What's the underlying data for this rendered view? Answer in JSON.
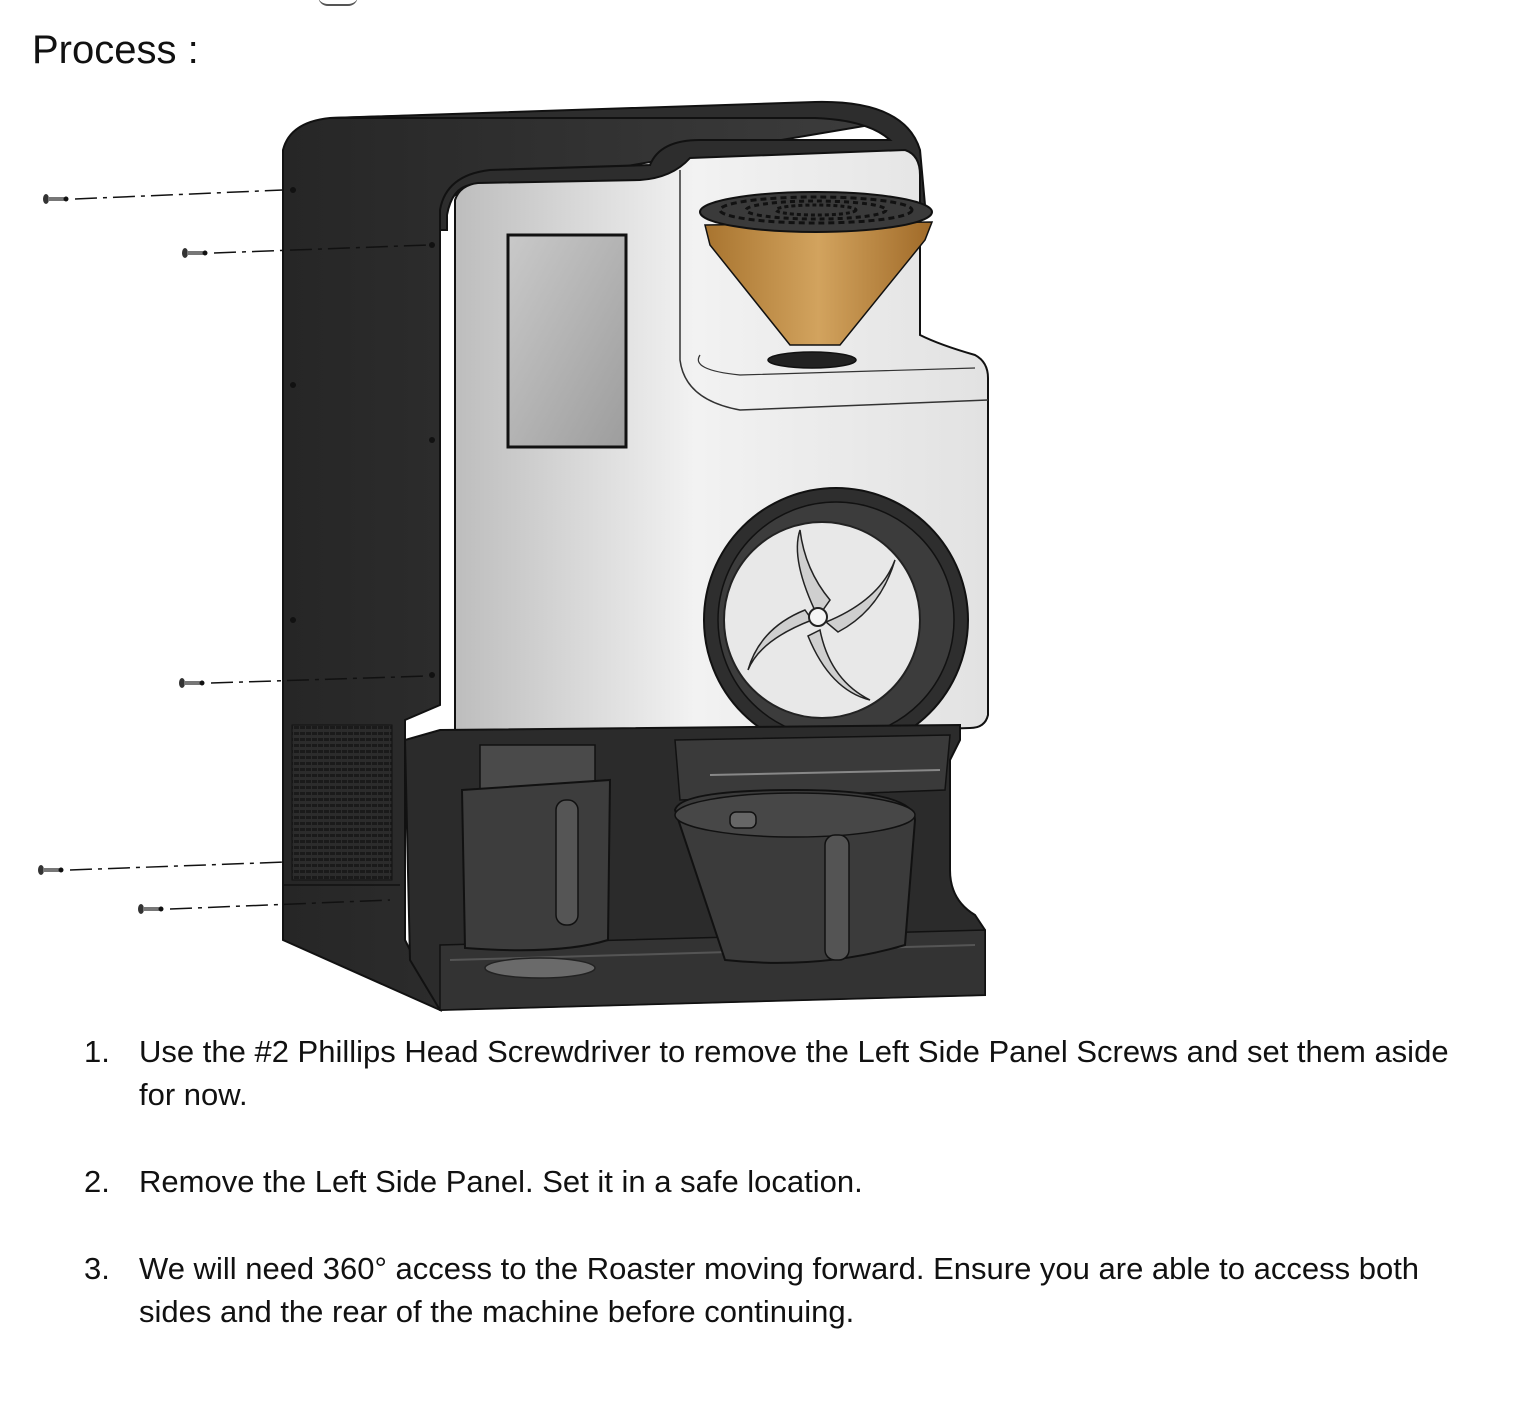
{
  "page": {
    "heading": "Process :"
  },
  "figure": {
    "subject": "coffee-roaster-exploded-view",
    "colors": {
      "body_dark": "#2f2f2f",
      "panel_light": "#dcdcdc",
      "funnel": "#b98642",
      "outline": "#111111"
    }
  },
  "steps": [
    {
      "number": "1.",
      "text": "Use the #2 Phillips Head Screwdriver to remove the Left Side Panel Screws and set them aside for now."
    },
    {
      "number": "2.",
      "text": "Remove the Left Side Panel. Set it in a safe location."
    },
    {
      "number": "3.",
      "text": "We will need 360° access to the Roaster moving forward. Ensure you are able to access both sides and the rear of the machine before continuing."
    }
  ]
}
